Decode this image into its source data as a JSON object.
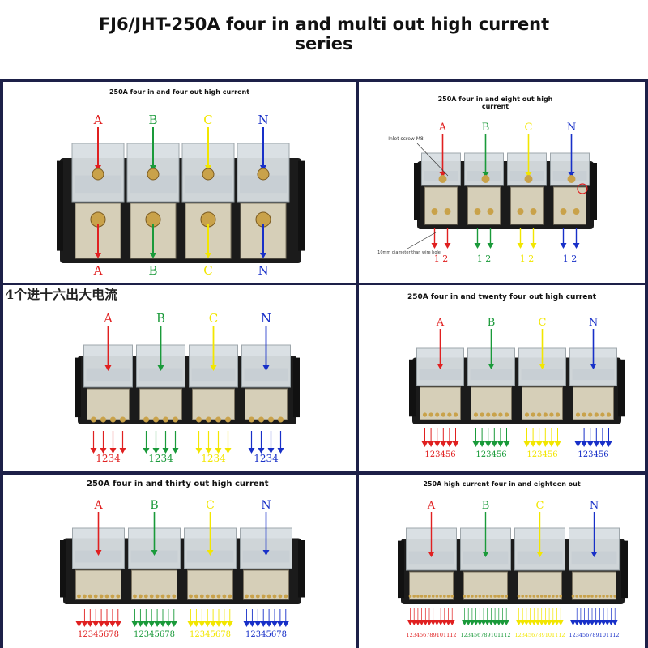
{
  "page": {
    "title_line1": "FJ6/JHT-250A four in and multi out high current",
    "title_line2": "series"
  },
  "colors": {
    "A": "#e02020",
    "B": "#1a9a3a",
    "C": "#f2e600",
    "N": "#1830c8",
    "frame": "#1d2048"
  },
  "phases": [
    "A",
    "B",
    "C",
    "N"
  ],
  "panels": [
    {
      "title": "250A four in and four out high current",
      "outputs": [
        "A",
        "B",
        "C",
        "N"
      ],
      "variant": "four-out"
    },
    {
      "title": "250A four in and eight out high current",
      "outputs": [
        "1 2",
        "1 2",
        "1 2",
        "1 2"
      ],
      "variant": "eight-out",
      "callouts": {
        "inlet": "Inlet screw M8",
        "hole": "10mm diameter than wire hole"
      }
    },
    {
      "title": "4个进十六出大电流",
      "outputs": [
        "1234",
        "1234",
        "1234",
        "1234"
      ],
      "variant": "sixteen-out"
    },
    {
      "title": "250A four in and twenty four out high current",
      "outputs": [
        "123456",
        "123456",
        "123456",
        "123456"
      ],
      "variant": "twentyfour-out"
    },
    {
      "title": "250A four in and thirty out high current",
      "outputs": [
        "12345678",
        "12345678",
        "12345678",
        "12345678"
      ],
      "variant": "thirty-out"
    },
    {
      "title": "250A high current four in and eighteen out",
      "outputs": [
        "123456789101112",
        "123456789101112",
        "123456789101112",
        "123456789101112"
      ],
      "variant": "eighteen-out"
    }
  ]
}
